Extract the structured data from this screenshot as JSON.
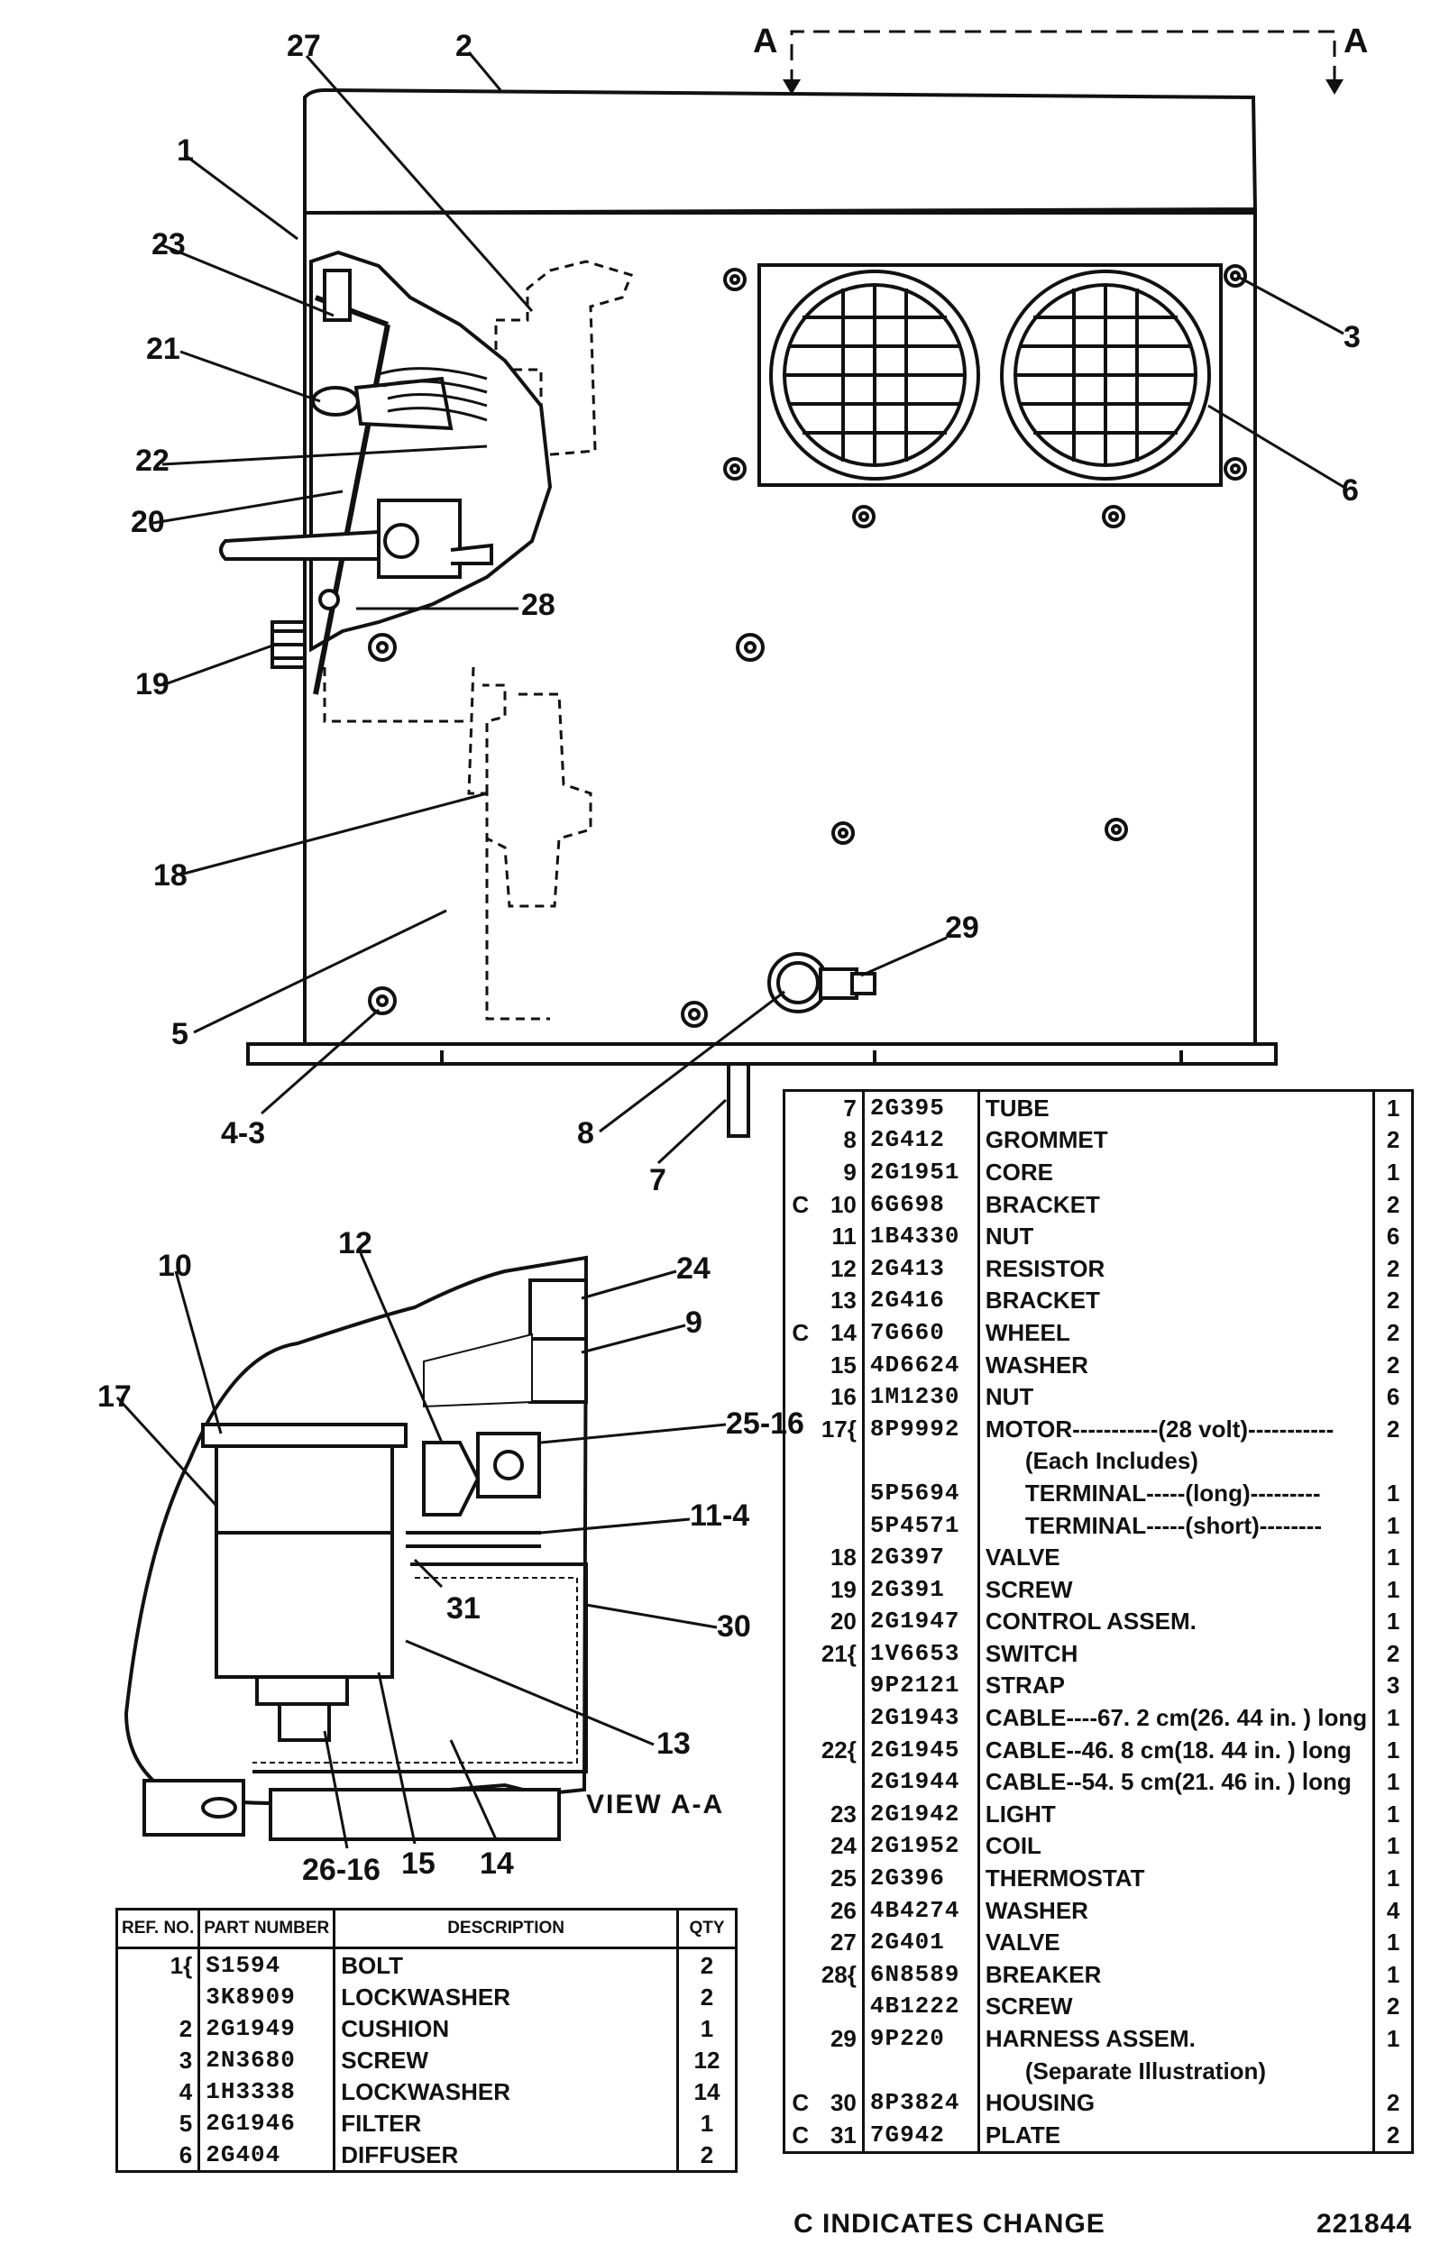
{
  "section_marks": {
    "left": "A",
    "right": "A"
  },
  "view_label": "VIEW A-A",
  "callouts_main": [
    "27",
    "2",
    "1",
    "23",
    "21",
    "22",
    "20",
    "19",
    "28",
    "18",
    "5",
    "4-3",
    "8",
    "7",
    "29",
    "3",
    "6"
  ],
  "callouts_view": [
    "12",
    "10",
    "24",
    "9",
    "17",
    "25-16",
    "11-4",
    "31",
    "30",
    "13",
    "26-16",
    "15",
    "14"
  ],
  "table_right_rows": [
    {
      "chg": "",
      "ref": "7",
      "part": "2G395",
      "desc": "TUBE",
      "qty": "1"
    },
    {
      "chg": "",
      "ref": "8",
      "part": "2G412",
      "desc": "GROMMET",
      "qty": "2"
    },
    {
      "chg": "",
      "ref": "9",
      "part": "2G1951",
      "desc": "CORE",
      "qty": "1"
    },
    {
      "chg": "C",
      "ref": "10",
      "part": "6G698",
      "desc": "BRACKET",
      "qty": "2"
    },
    {
      "chg": "",
      "ref": "11",
      "part": "1B4330",
      "desc": "NUT",
      "qty": "6"
    },
    {
      "chg": "",
      "ref": "12",
      "part": "2G413",
      "desc": "RESISTOR",
      "qty": "2"
    },
    {
      "chg": "",
      "ref": "13",
      "part": "2G416",
      "desc": "BRACKET",
      "qty": "2"
    },
    {
      "chg": "C",
      "ref": "14",
      "part": "7G660",
      "desc": "WHEEL",
      "qty": "2"
    },
    {
      "chg": "",
      "ref": "15",
      "part": "4D6624",
      "desc": "WASHER",
      "qty": "2"
    },
    {
      "chg": "",
      "ref": "16",
      "part": "1M1230",
      "desc": "NUT",
      "qty": "6"
    },
    {
      "chg": "",
      "ref": "17{",
      "part": "8P9992",
      "desc": "MOTOR-----------(28 volt)-----------",
      "qty": "2"
    },
    {
      "chg": "",
      "ref": "",
      "part": "",
      "desc": "(Each Includes)",
      "qty": "",
      "indent": true
    },
    {
      "chg": "",
      "ref": "",
      "part": "5P5694",
      "desc": "TERMINAL-----(long)---------",
      "qty": "1",
      "indent": true
    },
    {
      "chg": "",
      "ref": "",
      "part": "5P4571",
      "desc": "TERMINAL-----(short)--------",
      "qty": "1",
      "indent": true
    },
    {
      "chg": "",
      "ref": "18",
      "part": "2G397",
      "desc": "VALVE",
      "qty": "1"
    },
    {
      "chg": "",
      "ref": "19",
      "part": "2G391",
      "desc": "SCREW",
      "qty": "1"
    },
    {
      "chg": "",
      "ref": "20",
      "part": "2G1947",
      "desc": "CONTROL ASSEM.",
      "qty": "1"
    },
    {
      "chg": "",
      "ref": "21{",
      "part": "1V6653",
      "desc": "SWITCH",
      "qty": "2"
    },
    {
      "chg": "",
      "ref": "",
      "part": "9P2121",
      "desc": "STRAP",
      "qty": "3"
    },
    {
      "chg": "",
      "ref": "",
      "part": "2G1943",
      "desc": "CABLE----67. 2 cm(26. 44 in. ) long",
      "qty": "1"
    },
    {
      "chg": "",
      "ref": "22{",
      "part": "2G1945",
      "desc": "CABLE--46. 8 cm(18. 44 in. ) long",
      "qty": "1"
    },
    {
      "chg": "",
      "ref": "",
      "part": "2G1944",
      "desc": "CABLE--54. 5 cm(21. 46 in. ) long",
      "qty": "1"
    },
    {
      "chg": "",
      "ref": "23",
      "part": "2G1942",
      "desc": "LIGHT",
      "qty": "1"
    },
    {
      "chg": "",
      "ref": "24",
      "part": "2G1952",
      "desc": "COIL",
      "qty": "1"
    },
    {
      "chg": "",
      "ref": "25",
      "part": "2G396",
      "desc": "THERMOSTAT",
      "qty": "1"
    },
    {
      "chg": "",
      "ref": "26",
      "part": "4B4274",
      "desc": "WASHER",
      "qty": "4"
    },
    {
      "chg": "",
      "ref": "27",
      "part": "2G401",
      "desc": "VALVE",
      "qty": "1"
    },
    {
      "chg": "",
      "ref": "28{",
      "part": "6N8589",
      "desc": "BREAKER",
      "qty": "1"
    },
    {
      "chg": "",
      "ref": "",
      "part": "4B1222",
      "desc": "SCREW",
      "qty": "2"
    },
    {
      "chg": "",
      "ref": "29",
      "part": "9P220",
      "desc": "HARNESS ASSEM.",
      "qty": "1"
    },
    {
      "chg": "",
      "ref": "",
      "part": "",
      "desc": "(Separate Illustration)",
      "qty": "",
      "indent": true
    },
    {
      "chg": "C",
      "ref": "30",
      "part": "8P3824",
      "desc": "HOUSING",
      "qty": "2"
    },
    {
      "chg": "C",
      "ref": "31",
      "part": "7G942",
      "desc": "PLATE",
      "qty": "2"
    }
  ],
  "table_left": {
    "headers": {
      "ref": "REF. NO.",
      "part": "PART NUMBER",
      "desc": "DESCRIPTION",
      "qty": "QTY"
    },
    "rows": [
      {
        "ref": "1{",
        "part": "S1594",
        "desc": "BOLT",
        "qty": "2"
      },
      {
        "ref": "",
        "part": "3K8909",
        "desc": "LOCKWASHER",
        "qty": "2"
      },
      {
        "ref": "2",
        "part": "2G1949",
        "desc": "CUSHION",
        "qty": "1"
      },
      {
        "ref": "3",
        "part": "2N3680",
        "desc": "SCREW",
        "qty": "12"
      },
      {
        "ref": "4",
        "part": "1H3338",
        "desc": "LOCKWASHER",
        "qty": "14"
      },
      {
        "ref": "5",
        "part": "2G1946",
        "desc": "FILTER",
        "qty": "1"
      },
      {
        "ref": "6",
        "part": "2G404",
        "desc": "DIFFUSER",
        "qty": "2"
      }
    ]
  },
  "footer": {
    "note": "C INDICATES CHANGE",
    "drawing_number": "221844"
  }
}
